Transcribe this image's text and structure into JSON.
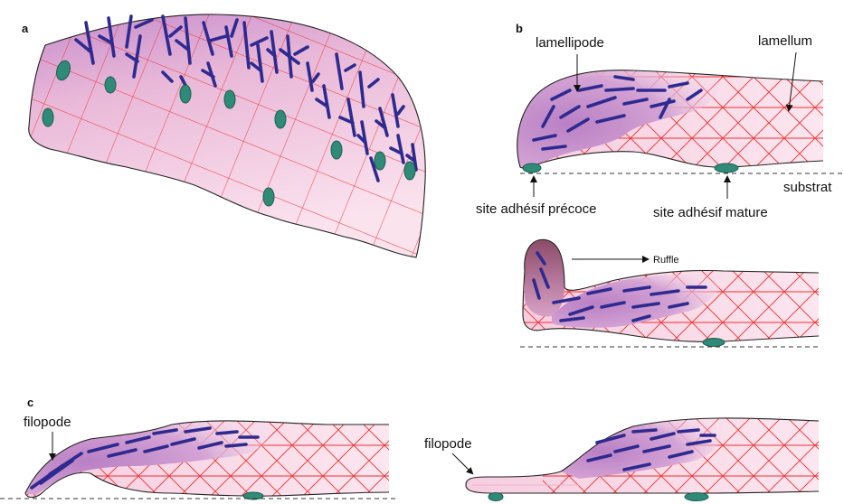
{
  "panels": {
    "a": {
      "letter": "a"
    },
    "b": {
      "letter": "b",
      "labels": {
        "lamellipode": "lamellipode",
        "lamellum": "lamellum",
        "substrat": "substrat",
        "early_site": "site adhésif précoce",
        "mature_site": "site adhésif mature",
        "ruffle": "Ruffle"
      }
    },
    "c": {
      "letter": "c",
      "labels": {
        "filopode_left": "filopode",
        "filopode_right": "filopode"
      }
    }
  },
  "colors": {
    "actin_filament": "#2e2a8f",
    "actin_mesh": "#f0302e",
    "cell_fill_pink": "#f7d3e2",
    "lamellipode_fill": "#c98ecb",
    "adhesion_site": "#2f8a78",
    "ruffle_fill": "#9b5a78"
  }
}
